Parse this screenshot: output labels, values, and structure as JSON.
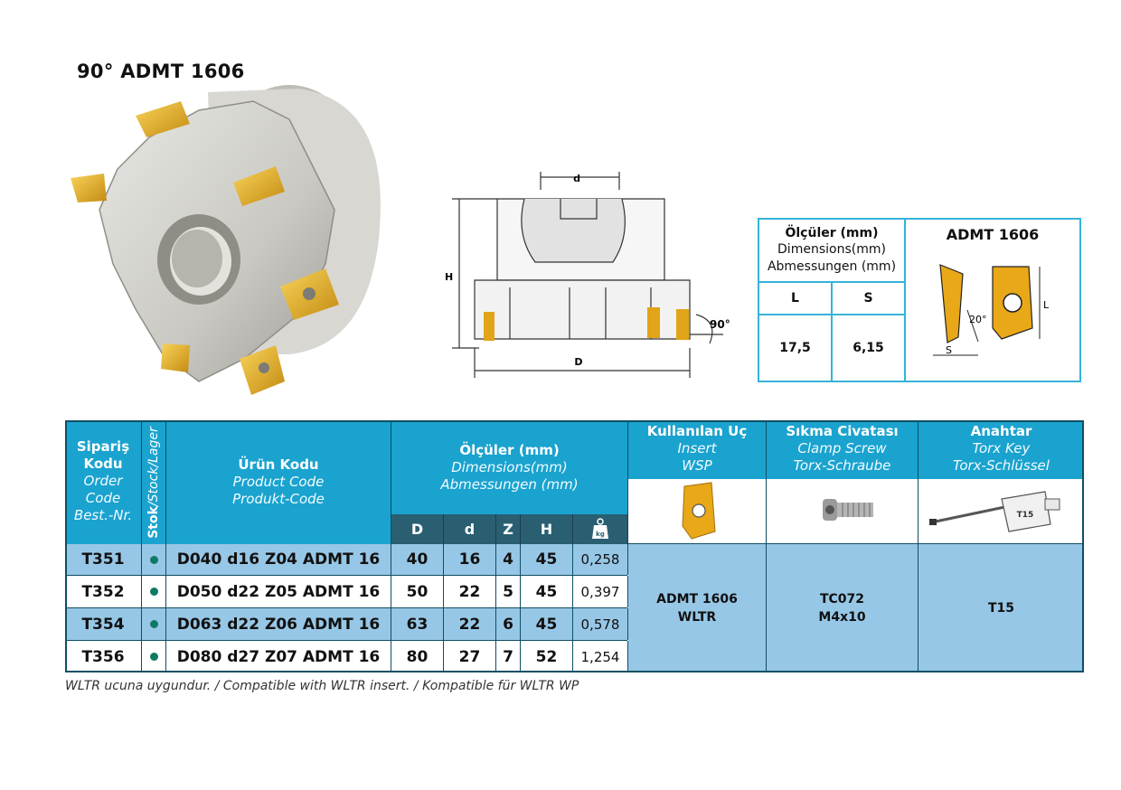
{
  "title": "90° ADMT 1606",
  "diagram": {
    "d": "d",
    "H": "H",
    "D": "D",
    "angle": "90°"
  },
  "dimensions_box": {
    "header_line1": "Ölçüler (mm)",
    "header_line2": "Dimensions(mm)",
    "header_line3": "Abmessungen (mm)",
    "insert_title": "ADMT 1606",
    "col_L": "L",
    "col_S": "S",
    "val_L": "17,5",
    "val_S": "6,15",
    "fig_angle": "20°",
    "fig_L": "L",
    "fig_S": "S"
  },
  "table": {
    "headers": {
      "order": {
        "b1": "Sipariş",
        "b2": "Kodu",
        "i1": "Order",
        "i2": "Code",
        "i3": "Best.-Nr."
      },
      "stock": {
        "b": "Stok",
        "i": "/Stock/Lager"
      },
      "product": {
        "b": "Ürün Kodu",
        "i1": "Product Code",
        "i2": "Produkt-Code"
      },
      "dims": {
        "b": "Ölçüler (mm)",
        "i1": "Dimensions(mm)",
        "i2": "Abmessungen (mm)"
      },
      "insert": {
        "b": "Kullanılan Uç",
        "i1": "Insert",
        "i2": "WSP"
      },
      "screw": {
        "b": "Sıkma Civatası",
        "i1": "Clamp Screw",
        "i2": "Torx-Schraube"
      },
      "key": {
        "b": "Anahtar",
        "i1": "Torx Key",
        "i2": "Torx-Schlüssel"
      }
    },
    "subheaders": [
      "D",
      "d",
      "Z",
      "H"
    ],
    "weight_icon_label": "kg",
    "key_icon_label": "T15",
    "rows": [
      {
        "code": "T351",
        "product": "D040 d16 Z04 ADMT 16",
        "D": "40",
        "d": "16",
        "Z": "4",
        "H": "45",
        "w": "0,258"
      },
      {
        "code": "T352",
        "product": "D050 d22 Z05 ADMT 16",
        "D": "50",
        "d": "22",
        "Z": "5",
        "H": "45",
        "w": "0,397"
      },
      {
        "code": "T354",
        "product": "D063 d22 Z06 ADMT 16",
        "D": "63",
        "d": "22",
        "Z": "6",
        "H": "45",
        "w": "0,578"
      },
      {
        "code": "T356",
        "product": "D080 d27 Z07 ADMT 16",
        "D": "80",
        "d": "27",
        "Z": "7",
        "H": "52",
        "w": "1,254"
      }
    ],
    "insert_value": {
      "l1": "ADMT 1606",
      "l2": "WLTR"
    },
    "screw_value": {
      "l1": "TC072",
      "l2": "M4x10"
    },
    "key_value": "T15",
    "row_colors": [
      "#97c7e6",
      "#ffffff",
      "#97c7e6",
      "#ffffff"
    ],
    "header_color": "#1aa3cf",
    "subheader_color": "#2a5f72",
    "stock_dot_color": "#0f7a64"
  },
  "note": "WLTR ucuna uygundur. / Compatible with WLTR insert. / Kompatible für WLTR WP"
}
